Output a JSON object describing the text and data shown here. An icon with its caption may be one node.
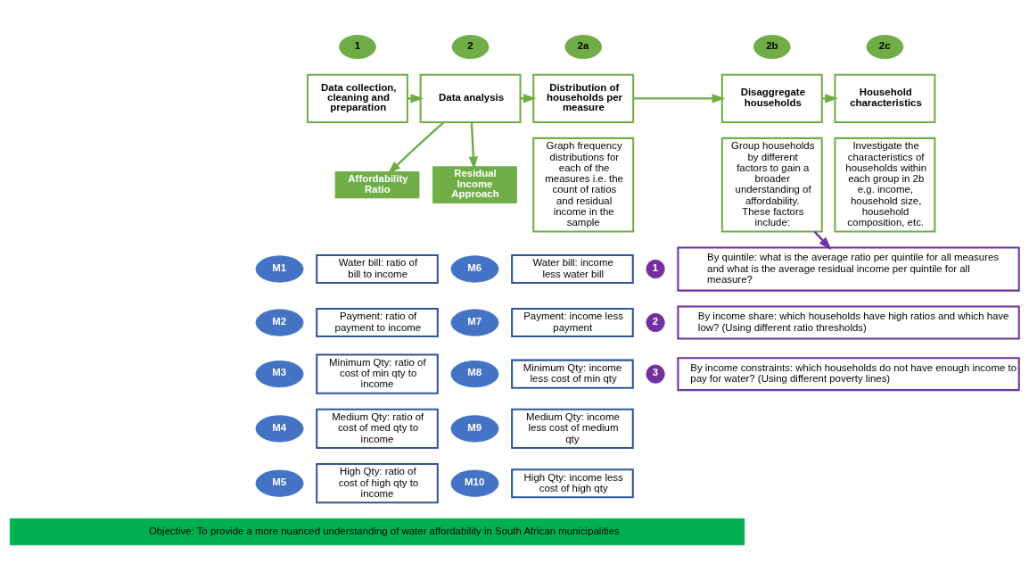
{
  "diagram": {
    "nodes": [
      {
        "text": [
          "1"
        ]
      },
      {
        "text": [
          "Data collection, cleaning and preparation"
        ]
      },
      {
        "text": [
          "2"
        ]
      },
      {
        "text": [
          "Data analysis"
        ]
      },
      {
        "text": [
          "2a"
        ]
      },
      {
        "text": [
          "Distribution of households per measure"
        ]
      },
      {
        "text": [
          "Graph frequency distributions for each of the measures i.e. the count of ratios and residual income in the sample"
        ]
      },
      {
        "text": [
          "2b"
        ]
      },
      {
        "text": [
          "Disaggregate households"
        ]
      },
      {
        "text": [
          "Group households by different factors to gain a broader understanding of affordability. These factors include:"
        ]
      },
      {
        "text": [
          "2c"
        ]
      },
      {
        "text": [
          "Household characteristics"
        ]
      },
      {
        "text": [
          "Investigate the characteristics of households within each group in 2b e.g. income, household size, household composition, etc."
        ]
      },
      {
        "text": [
          "Affordability Ratio"
        ]
      },
      {
        "text": [
          "Residual Income Approach"
        ]
      },
      {
        "text": [
          "M1"
        ]
      },
      {
        "text": [
          "Water bill: ratio of bill to income"
        ]
      },
      {
        "text": [
          "M6"
        ]
      },
      {
        "text": [
          "Water bill: income less water bill"
        ]
      },
      {
        "text": [
          "M2"
        ]
      },
      {
        "text": [
          "Payment: ratio of payment to income"
        ]
      },
      {
        "text": [
          "M7"
        ]
      },
      {
        "text": [
          "Payment: income less payment"
        ]
      },
      {
        "text": [
          "M3"
        ]
      },
      {
        "text": [
          "Minimum Qty: ratio of cost of min qty to income"
        ]
      },
      {
        "text": [
          "M8"
        ]
      },
      {
        "text": [
          "Minimum Qty: income less cost of min qty"
        ]
      },
      {
        "text": [
          "M4"
        ]
      },
      {
        "text": [
          "Medium Qty: ratio of cost of med qty to income"
        ]
      },
      {
        "text": [
          "M9"
        ]
      },
      {
        "text": [
          "Medium Qty: income less cost of medium qty"
        ]
      },
      {
        "text": [
          "M5"
        ]
      },
      {
        "text": [
          "High Qty: ratio of cost of high qty to income"
        ]
      },
      {
        "text": [
          "M10"
        ]
      },
      {
        "text": [
          "High Qty: income less cost of high qty"
        ]
      },
      {
        "text": [
          "1"
        ]
      },
      {
        "text": [
          "By quintile: what is the average ratio per quintile for all measures and what is the average residual income per quintile for all measure?"
        ]
      },
      {
        "text": [
          "2"
        ]
      },
      {
        "text": [
          "By income share: which households have high ratios and which have low? (Using different ratio thresholds)"
        ]
      },
      {
        "text": [
          "3"
        ]
      },
      {
        "text": [
          "By income constraints: which households do not have enough income to pay for water? (Using different poverty lines)"
        ]
      },
      {
        "text": [
          "Objective: To provide a more nuanced understanding of water affordability in South African municipalities"
        ]
      }
    ],
    "edges": [
      {
        "from": 1,
        "to": 3,
        "arrow": "to"
      },
      {
        "from": 3,
        "to": 5,
        "arrow": "to"
      },
      {
        "from": 5,
        "to": 8,
        "arrow": "to"
      },
      {
        "from": 8,
        "to": 11,
        "arrow": "to"
      },
      {
        "from": 3,
        "to": 13,
        "arrow": "to"
      },
      {
        "from": 3,
        "to": 14,
        "arrow": "to"
      },
      {
        "from": 9,
        "to": 36,
        "arrow": "to",
        "color": "#7030a0"
      }
    ]
  }
}
